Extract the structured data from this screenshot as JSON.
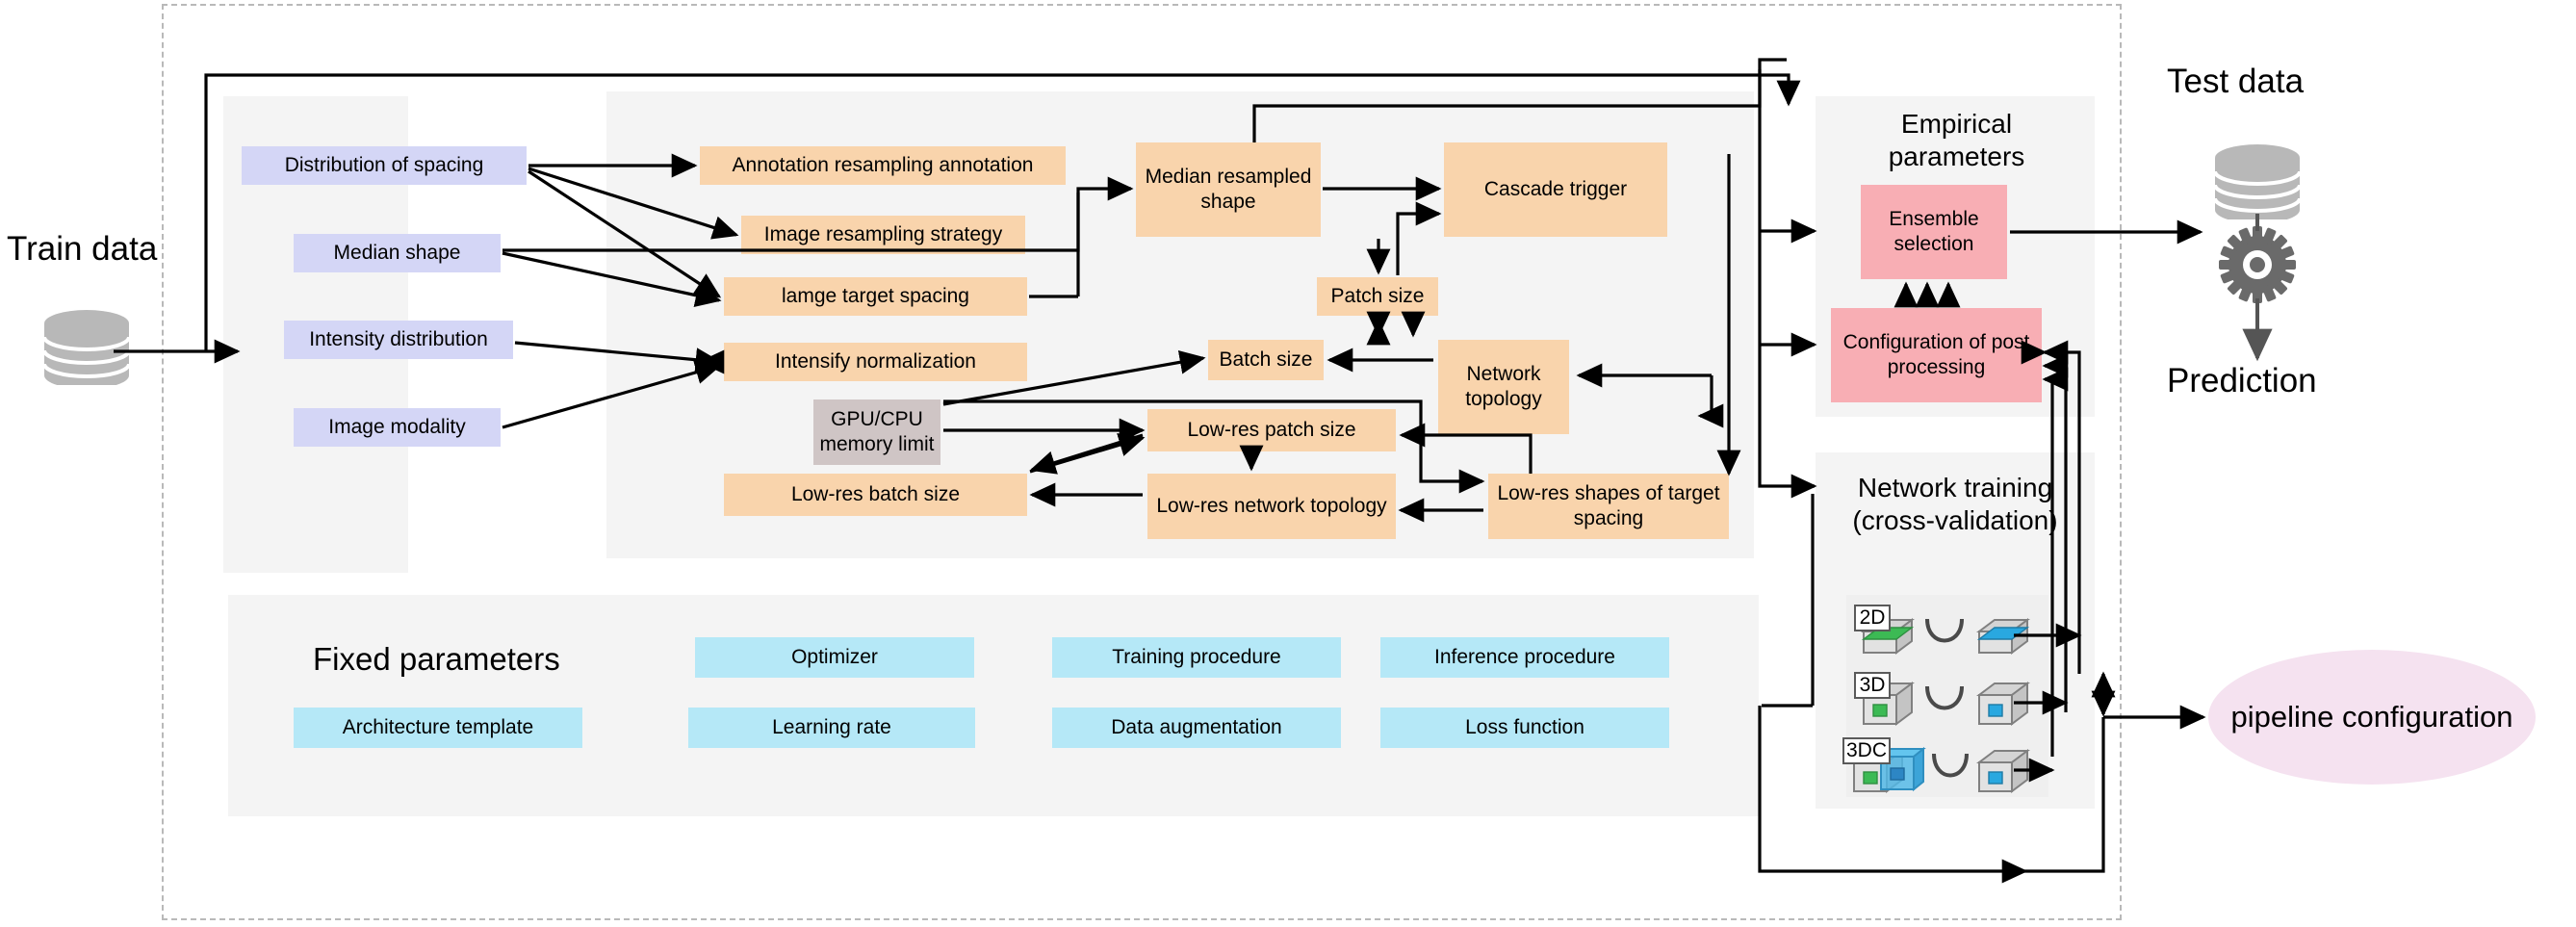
{
  "diagram": {
    "title": "nnU-Net pipeline configuration flowchart",
    "colors": {
      "dataset_fingerprint": "#d4d6f6",
      "rule_based_parameters": "#f9d4ac",
      "empirical_parameters": "#f8aeb4",
      "fixed_parameters": "#b5e8f7",
      "hardware_constraint": "#cfc5c5",
      "pipeline_output": "#f5e2f0",
      "panel_background": "#f4f4f4",
      "frame_border": "#b9b9b9",
      "wire": "#000000"
    }
  },
  "train_data": {
    "label": "Train data",
    "icon": "database-cylinder-icon"
  },
  "test_data": {
    "label": "Test data",
    "icon": "database-cylinder-icon",
    "process_icon": "gear-icon",
    "output_label": "Prediction"
  },
  "dataset_fingerprint": {
    "items": [
      {
        "label": "Distribution of spacing"
      },
      {
        "label": "Median shape"
      },
      {
        "label": "Intensity distribution"
      },
      {
        "label": "Image modality"
      }
    ]
  },
  "rule_based": {
    "items": [
      {
        "label": "Annotation resampling annotation"
      },
      {
        "label": "Image resampling strategy"
      },
      {
        "label": "lamge target spacing"
      },
      {
        "label": "Intensify normalization"
      },
      {
        "label": "Median resampled shape"
      },
      {
        "label": "Cascade trigger"
      },
      {
        "label": "Patch size"
      },
      {
        "label": "Batch size"
      },
      {
        "label": "Network topology"
      },
      {
        "label": "Low-res patch size"
      },
      {
        "label": "Low-res batch size"
      },
      {
        "label": "Low-res network topology"
      },
      {
        "label": "Low-res shapes of target spacing"
      }
    ],
    "hardware": {
      "label": "GPU/CPU memory limit"
    }
  },
  "empirical": {
    "title": "Empirical parameters",
    "items": [
      {
        "label": "Ensemble selection"
      },
      {
        "label": "Configuration of post processing"
      }
    ]
  },
  "network_training": {
    "title": "Network training (cross-validation)",
    "rows": [
      {
        "tag": "2D"
      },
      {
        "tag": "3D"
      },
      {
        "tag": "3DC"
      }
    ]
  },
  "fixed_parameters": {
    "title": "Fixed parameters",
    "items": [
      {
        "label": "Architecture template"
      },
      {
        "label": "Optimizer"
      },
      {
        "label": "Learning rate"
      },
      {
        "label": "Training procedure"
      },
      {
        "label": "Data augmentation"
      },
      {
        "label": "Inference procedure"
      },
      {
        "label": "Loss function"
      }
    ]
  },
  "pipeline_output": {
    "label": "pipeline configuration"
  }
}
